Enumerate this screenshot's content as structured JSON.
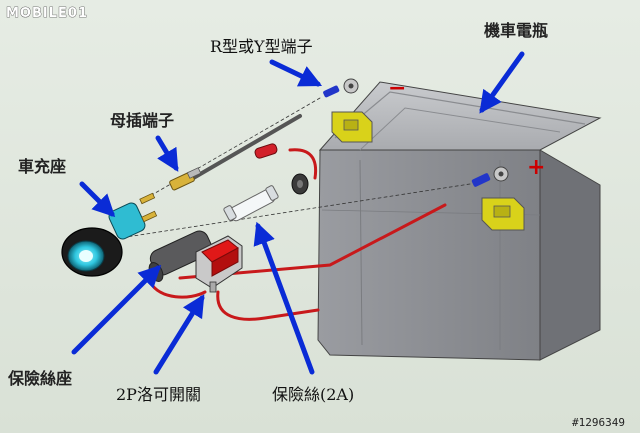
{
  "watermark": {
    "logo": "MOBILE01",
    "image_number": "#1296349"
  },
  "labels": {
    "terminal_ry": "R型或Y型端子",
    "battery": "機車電瓶",
    "female_terminal": "母插端子",
    "socket": "車充座",
    "fuse_holder": "保險絲座",
    "switch": "2P洛可開關",
    "fuse": "保險絲(2A)"
  },
  "battery_symbols": {
    "negative": "−",
    "positive": "+"
  },
  "colors": {
    "arrow": "#0a2bd6",
    "wire_red": "#c8191b",
    "battery_body": "#8f9196",
    "terminal_yellow": "#d9d21a"
  }
}
